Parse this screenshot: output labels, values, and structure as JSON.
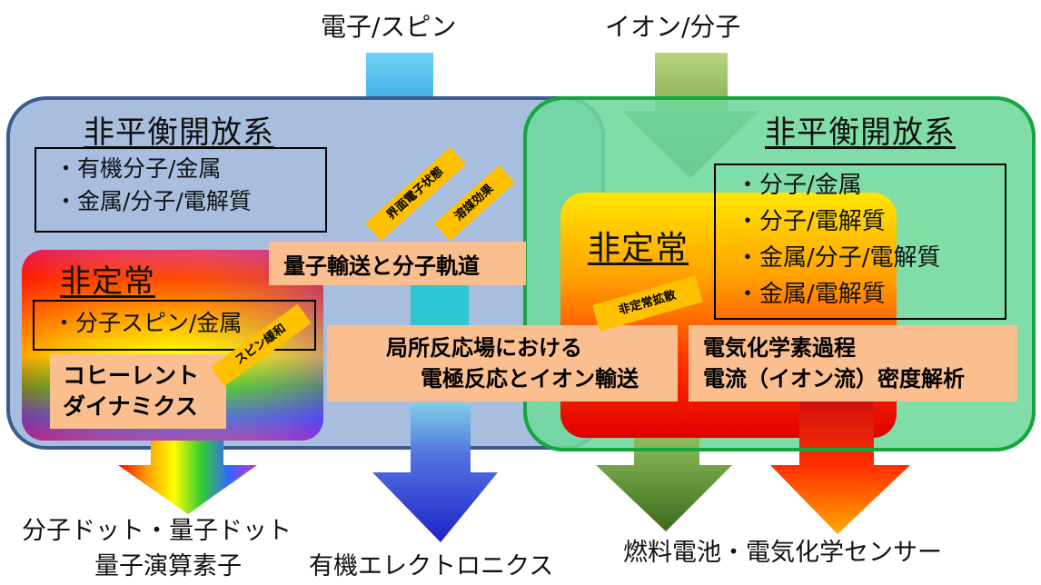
{
  "top": {
    "left_label": "電子/スピン",
    "right_label": "イオン/分子"
  },
  "left_system": {
    "title": "非平衡開放系",
    "items": [
      "・有機分子/金属",
      "・金属/分子/電解質"
    ]
  },
  "left_nonsteady": {
    "title": "非定常",
    "box_item": "・分子スピン/金属",
    "coherent": [
      "コヒーレント",
      "ダイナミクス"
    ],
    "tag": "スピン緩和"
  },
  "right_system": {
    "title": "非平衡開放系",
    "items": [
      "・分子/金属",
      "・分子/電解質",
      "・金属/分子/電解質",
      "・金属/電解質"
    ]
  },
  "right_nonsteady": {
    "title": "非定常",
    "tag": "非定常拡散"
  },
  "center": {
    "tag_interface": "界面電子状態",
    "tag_solvent": "溶媒効果",
    "quantum": "量子輸送と分子軌道",
    "local": [
      "局所反応場における",
      "電極反応とイオン輸送"
    ],
    "electrochem": [
      "電気化学素過程",
      "電流（イオン流）密度解析"
    ]
  },
  "bottom": {
    "left_line1": "分子ドット・量子ドット",
    "left_line2": "量子演算素子",
    "center": "有機エレクトロニクス",
    "right": "燃料電池・電気化学センサー"
  },
  "colors": {
    "left_panel": "#a7bedf",
    "left_border": "#3a5c8c",
    "right_panel": "#6ed89c",
    "right_border": "#16a63c",
    "peach": "#fbbf8f",
    "tag": "#ffc000"
  }
}
